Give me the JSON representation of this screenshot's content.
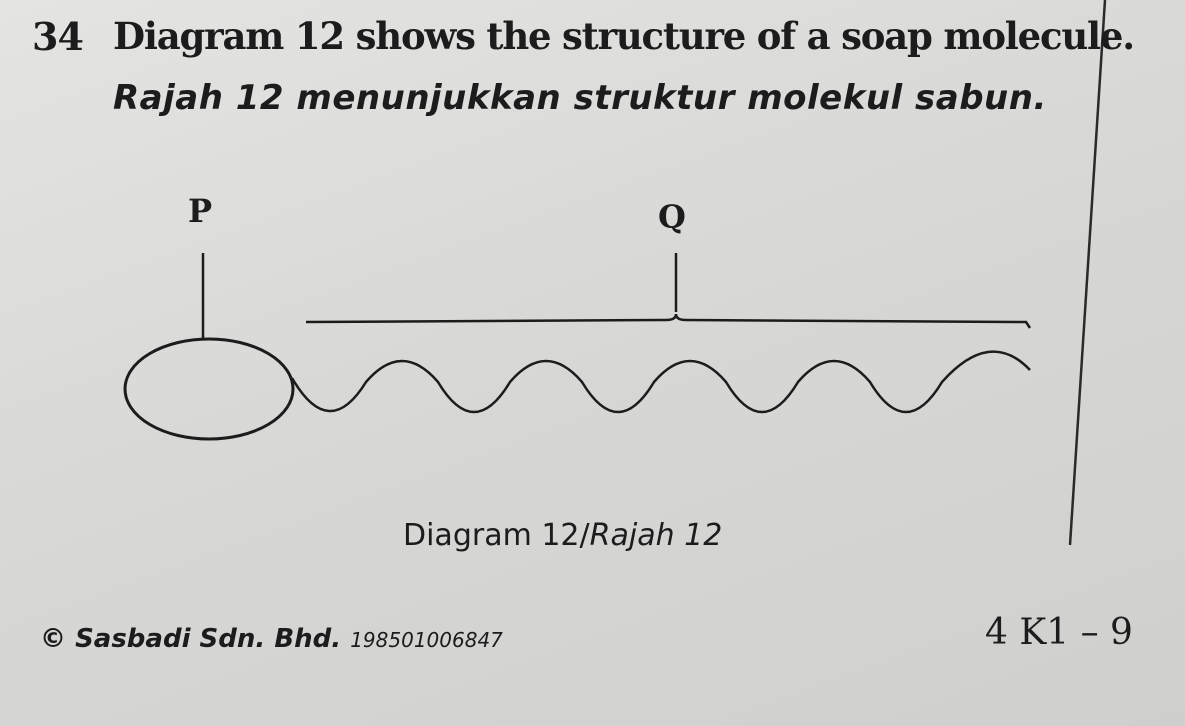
{
  "question": {
    "number": "34",
    "text_en": "Diagram 12 shows the structure of a soap molecule.",
    "text_ms": "Rajah 12 menunjukkan struktur molekul sabun."
  },
  "diagram": {
    "label_p": "P",
    "label_q": "Q",
    "caption_en": "Diagram 12/",
    "caption_ms": "Rajah 12"
  },
  "footer": {
    "copyright_symbol": "©",
    "publisher": "Sasbadi Sdn. Bhd.",
    "registration": "198501006847",
    "paper_code": "4 K1 – 9"
  }
}
